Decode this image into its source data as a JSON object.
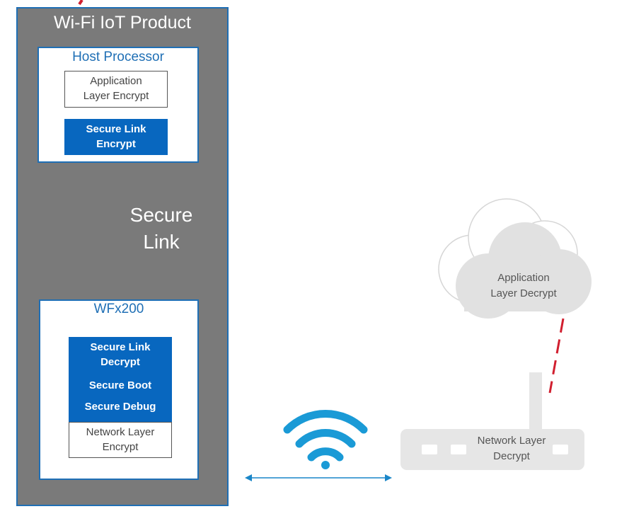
{
  "product": {
    "title": "Wi-Fi IoT Product"
  },
  "host": {
    "title": "Host Processor",
    "app_encrypt": [
      "Application",
      "Layer Encrypt"
    ],
    "secure_link_encrypt": [
      "Secure Link",
      "Encrypt"
    ]
  },
  "secure_link": {
    "label": [
      "Secure",
      "Link"
    ]
  },
  "wfx": {
    "title": "WFx200",
    "secure_link_decrypt": [
      "Secure Link",
      "Decrypt"
    ],
    "secure_boot": "Secure Boot",
    "secure_debug": "Secure Debug",
    "network_encrypt": [
      "Network Layer",
      "Encrypt"
    ]
  },
  "cloud": {
    "label": [
      "Application",
      "Layer Decrypt"
    ]
  },
  "router": {
    "label": [
      "Network Layer",
      "Decrypt"
    ]
  },
  "icons": {
    "wifi": "wifi-icon",
    "cloud": "cloud-icon",
    "router": "router-icon"
  },
  "colors": {
    "accent_blue": "#0867bf",
    "frame_gray": "#7a7a7a",
    "link_red": "#d11f2f",
    "device_gray": "#e6e6e6"
  }
}
